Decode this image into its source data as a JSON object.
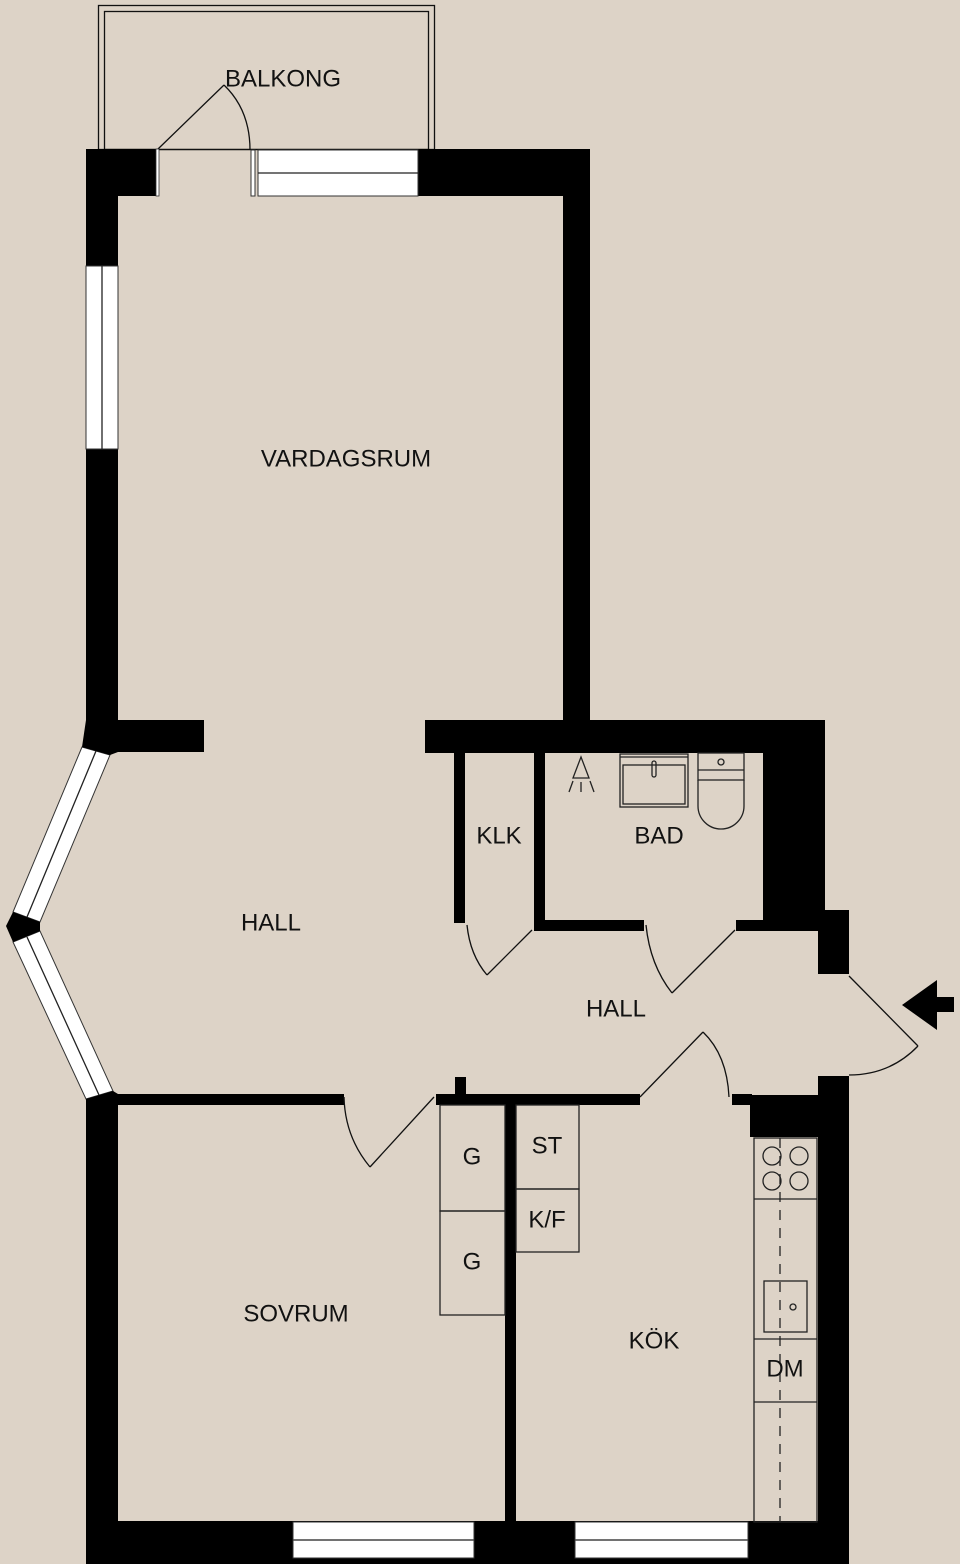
{
  "plan": {
    "background": "#ddd3c7",
    "wall_color": "#000000",
    "window_color": "#ffffff",
    "rooms": [
      {
        "id": "balkong",
        "label": "BALKONG"
      },
      {
        "id": "vardagsrum",
        "label": "VARDAGSRUM"
      },
      {
        "id": "hall_west",
        "label": "HALL"
      },
      {
        "id": "klk",
        "label": "KLK"
      },
      {
        "id": "bad",
        "label": "BAD"
      },
      {
        "id": "hall_east",
        "label": "HALL"
      },
      {
        "id": "sovrum",
        "label": "SOVRUM"
      },
      {
        "id": "kok",
        "label": "KÖK"
      }
    ],
    "fixtures": [
      {
        "id": "wardrobe_1",
        "label": "G"
      },
      {
        "id": "wardrobe_2",
        "label": "G"
      },
      {
        "id": "storage",
        "label": "ST"
      },
      {
        "id": "fridge_freezer",
        "label": "K/F"
      },
      {
        "id": "dishwasher",
        "label": "DM"
      }
    ],
    "icons": [
      "entrance-arrow-icon",
      "shower-icon",
      "washbasin-icon",
      "toilet-icon",
      "stove-icon",
      "sink-icon"
    ]
  }
}
